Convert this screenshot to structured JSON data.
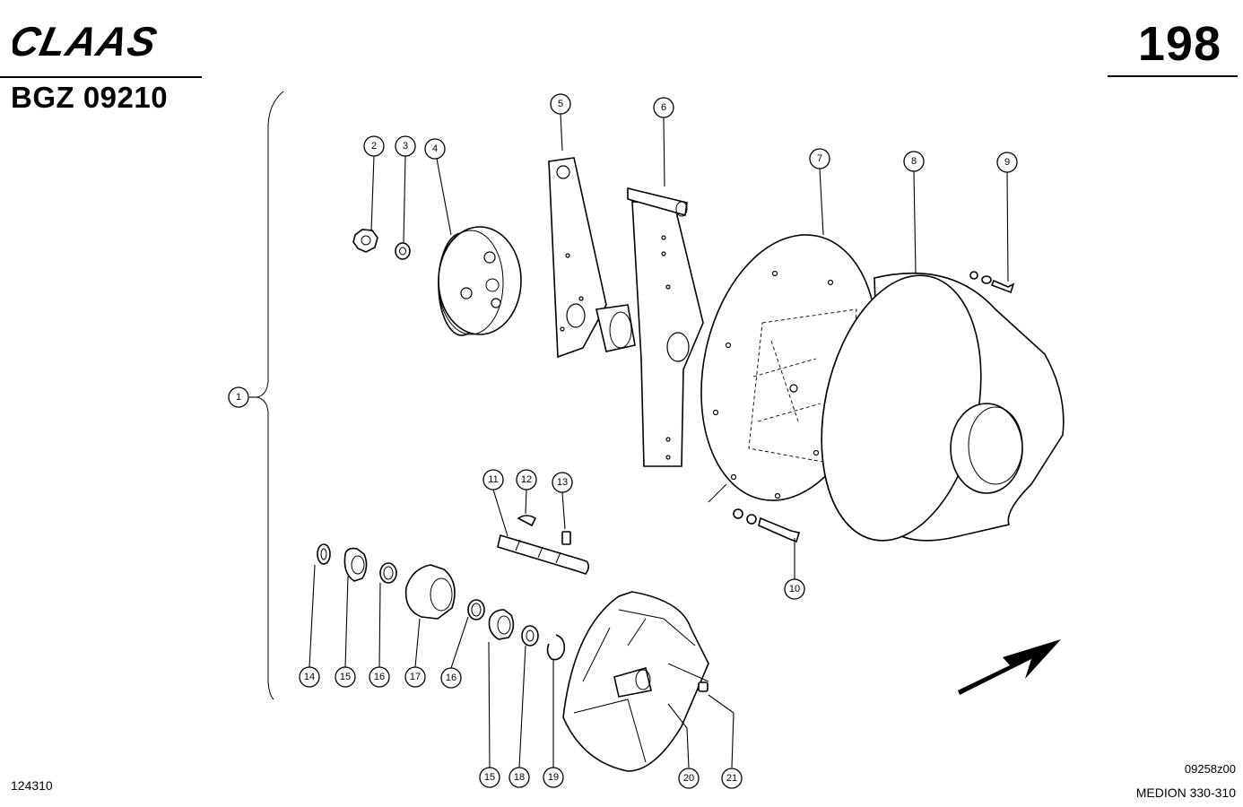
{
  "header": {
    "brand": "CLAAS",
    "page_number": "198",
    "part_code": "BGZ 09210"
  },
  "footer": {
    "document_number": "124310",
    "drawing_number": "09258z00",
    "model": "MEDION 330-310"
  },
  "callouts": [
    {
      "id": "1",
      "label": "1"
    },
    {
      "id": "2",
      "label": "2"
    },
    {
      "id": "3",
      "label": "3"
    },
    {
      "id": "4",
      "label": "4"
    },
    {
      "id": "5",
      "label": "5"
    },
    {
      "id": "6",
      "label": "6"
    },
    {
      "id": "7",
      "label": "7"
    },
    {
      "id": "8",
      "label": "8"
    },
    {
      "id": "9",
      "label": "9"
    },
    {
      "id": "10",
      "label": "10"
    },
    {
      "id": "11",
      "label": "11"
    },
    {
      "id": "12",
      "label": "12"
    },
    {
      "id": "13",
      "label": "13"
    },
    {
      "id": "14",
      "label": "14"
    },
    {
      "id": "15a",
      "label": "15"
    },
    {
      "id": "16a",
      "label": "16"
    },
    {
      "id": "17",
      "label": "17"
    },
    {
      "id": "16b",
      "label": "16"
    },
    {
      "id": "15b",
      "label": "15"
    },
    {
      "id": "18",
      "label": "18"
    },
    {
      "id": "19",
      "label": "19"
    },
    {
      "id": "20",
      "label": "20"
    },
    {
      "id": "21",
      "label": "21"
    }
  ],
  "colors": {
    "ink": "#000000",
    "paper": "#ffffff"
  }
}
